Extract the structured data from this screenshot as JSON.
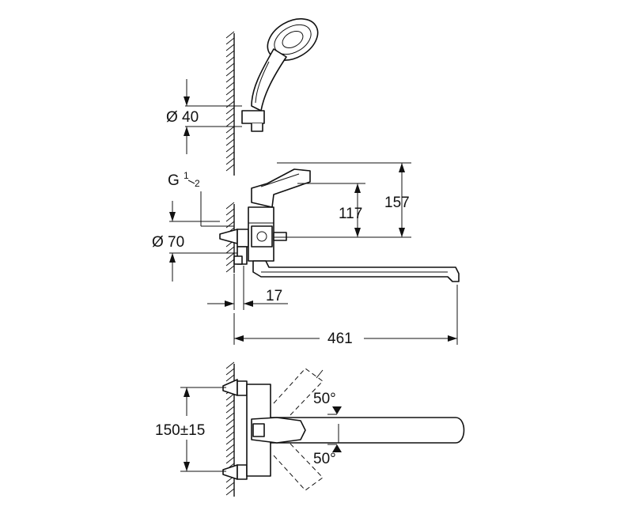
{
  "dimensions": {
    "hose_diameter": "Ø 40",
    "thread": "G",
    "thread_num": "1",
    "thread_den": "2",
    "rosette_diameter": "Ø 70",
    "handle_height": "117",
    "total_height": "157",
    "wall_offset": "17",
    "spout_length": "461",
    "center_distance": "150±15",
    "swivel_angle_top": "50°",
    "swivel_angle_bottom": "50°"
  }
}
